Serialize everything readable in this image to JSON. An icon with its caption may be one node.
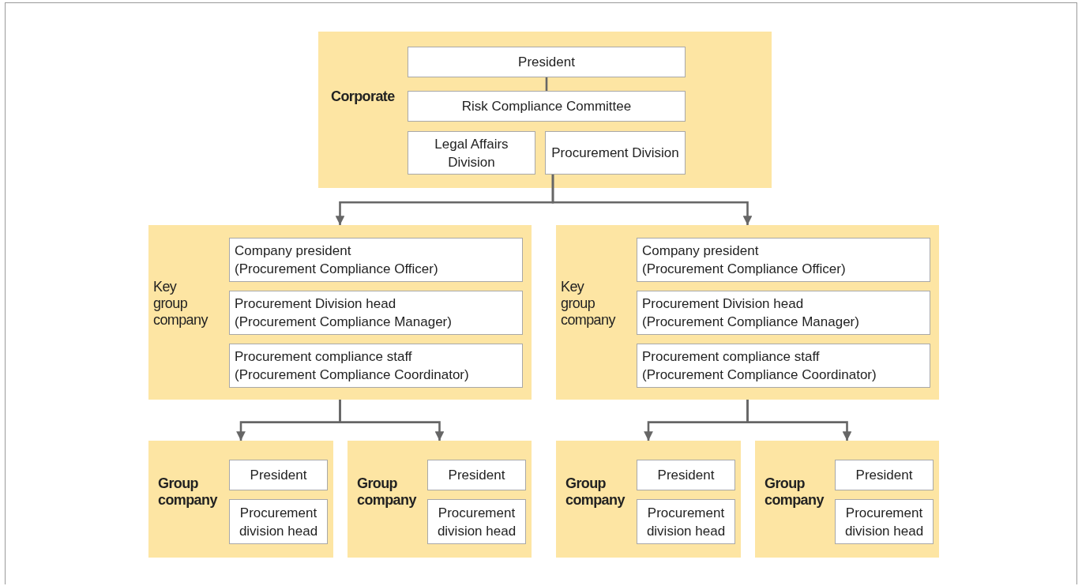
{
  "diagram": {
    "nodes": [
      {
        "text": [
          "Corporate"
        ]
      },
      {
        "text": [
          "President"
        ],
        "in": 0
      },
      {
        "text": [
          "Risk Compliance Committee"
        ],
        "in": 0
      },
      {
        "text": [
          "Legal Affairs Division"
        ],
        "in": 0
      },
      {
        "text": [
          "Procurement Division"
        ],
        "in": 0
      },
      {
        "text": [
          "Key group company"
        ]
      },
      {
        "text": [
          "Company president",
          "(Procurement Compliance Officer)"
        ],
        "in": 5
      },
      {
        "text": [
          "Procurement Division head",
          "(Procurement Compliance Manager)"
        ],
        "in": 5
      },
      {
        "text": [
          "Procurement compliance staff",
          "(Procurement Compliance Coordinator)"
        ],
        "in": 5
      },
      {
        "text": [
          "Key group company"
        ]
      },
      {
        "text": [
          "Company president",
          "(Procurement Compliance Officer)"
        ],
        "in": 9
      },
      {
        "text": [
          "Procurement Division head",
          "(Procurement Compliance Manager)"
        ],
        "in": 9
      },
      {
        "text": [
          "Procurement compliance staff",
          "(Procurement Compliance Coordinator)"
        ],
        "in": 9
      },
      {
        "text": [
          "Group company"
        ]
      },
      {
        "text": [
          "President"
        ],
        "in": 13
      },
      {
        "text": [
          "Procurement division head"
        ],
        "in": 13
      },
      {
        "text": [
          "Group company"
        ]
      },
      {
        "text": [
          "President"
        ],
        "in": 16
      },
      {
        "text": [
          "Procurement division head"
        ],
        "in": 16
      },
      {
        "text": [
          "Group company"
        ]
      },
      {
        "text": [
          "President"
        ],
        "in": 19
      },
      {
        "text": [
          "Procurement division head"
        ],
        "in": 19
      },
      {
        "text": [
          "Group company"
        ]
      },
      {
        "text": [
          "President"
        ],
        "in": 22
      },
      {
        "text": [
          "Procurement division head"
        ],
        "in": 22
      }
    ],
    "edges": [
      {
        "from": 1,
        "to": 2,
        "arrow": "none"
      },
      {
        "from": 4,
        "to": 5,
        "arrow": "to"
      },
      {
        "from": 4,
        "to": 9,
        "arrow": "to"
      },
      {
        "from": 5,
        "to": 13,
        "arrow": "to"
      },
      {
        "from": 5,
        "to": 16,
        "arrow": "to"
      },
      {
        "from": 9,
        "to": 19,
        "arrow": "to"
      },
      {
        "from": 9,
        "to": 22,
        "arrow": "to"
      }
    ]
  }
}
